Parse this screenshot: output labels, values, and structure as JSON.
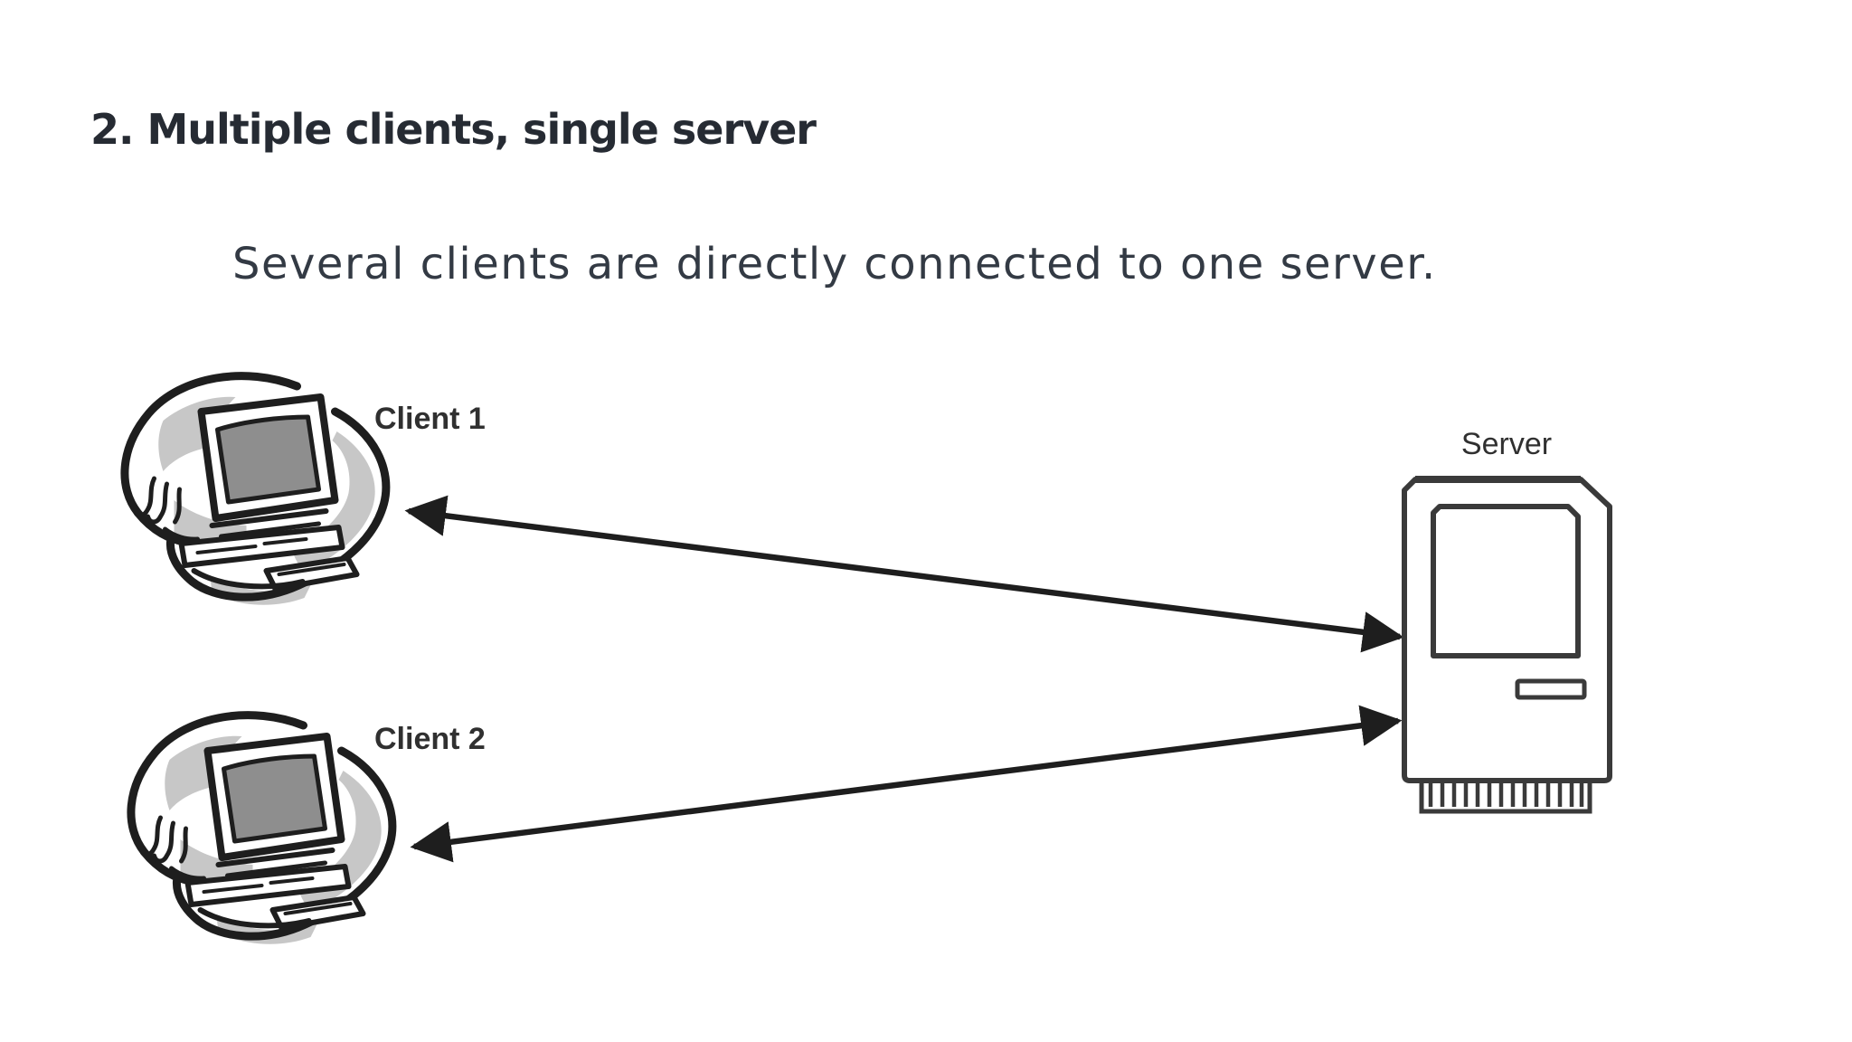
{
  "page": {
    "background": "#ffffff",
    "kind": "network-topology-diagram"
  },
  "heading": {
    "text": "2. Multiple clients, single server"
  },
  "subtitle": {
    "text": "Several clients are directly connected to one server."
  },
  "nodes": {
    "client1": {
      "label": "Client 1",
      "icon": "sketched-desktop-computer"
    },
    "client2": {
      "label": "Client 2",
      "icon": "sketched-desktop-computer"
    },
    "server": {
      "label": "Server",
      "icon": "classic-macintosh-server"
    }
  },
  "connections": [
    {
      "from": "Client 1",
      "to": "Server",
      "bidirectional": true
    },
    {
      "from": "Client 2",
      "to": "Server",
      "bidirectional": true
    }
  ],
  "colors": {
    "ink": "#1e1e1e",
    "screen-gray": "#8e8e8e",
    "shade-gray": "#c7c7c7",
    "server-stroke": "#3a3a3a",
    "heading-text": "#262b33",
    "body-text": "#333a44",
    "label-text": "#303030",
    "bg": "#ffffff"
  }
}
